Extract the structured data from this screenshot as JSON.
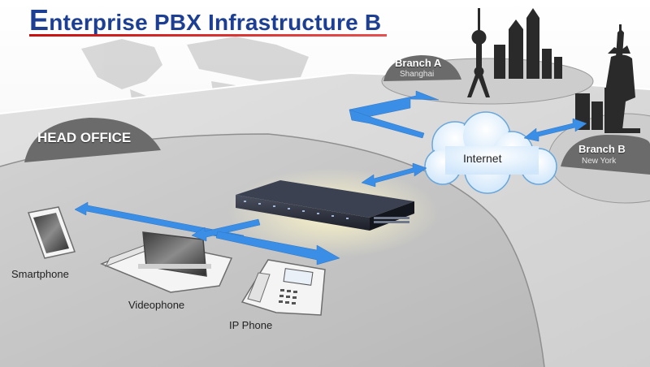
{
  "title": {
    "first_letter": "E",
    "rest": "nterprise ",
    "pbx": "PBX",
    "tail": " Infrastructure B"
  },
  "zones": {
    "head_office": {
      "label": "HEAD OFFICE"
    },
    "branch_a": {
      "label": "Branch A",
      "city": "Shanghai"
    },
    "branch_b": {
      "label": "Branch B",
      "city": "New York"
    }
  },
  "nodes": {
    "internet": "Internet",
    "smartphone": "Smartphone",
    "videophone": "Videophone",
    "ip_phone": "IP Phone"
  },
  "colors": {
    "title": "#1d3f93",
    "title_rule": "#c81010",
    "arrow": "#3a8ee6",
    "zone_dark": "#6b6b6b",
    "floor": "#d9d9d9"
  }
}
